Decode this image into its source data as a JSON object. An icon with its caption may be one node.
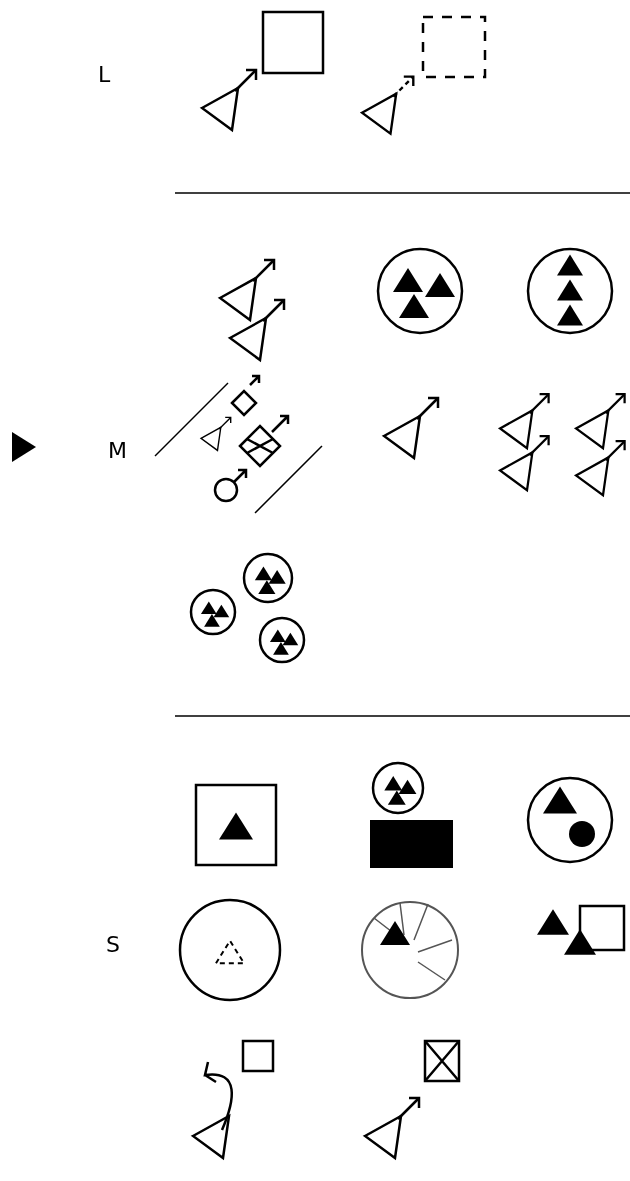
{
  "diagram": {
    "labels": [
      "L",
      "M",
      "S"
    ]
  }
}
